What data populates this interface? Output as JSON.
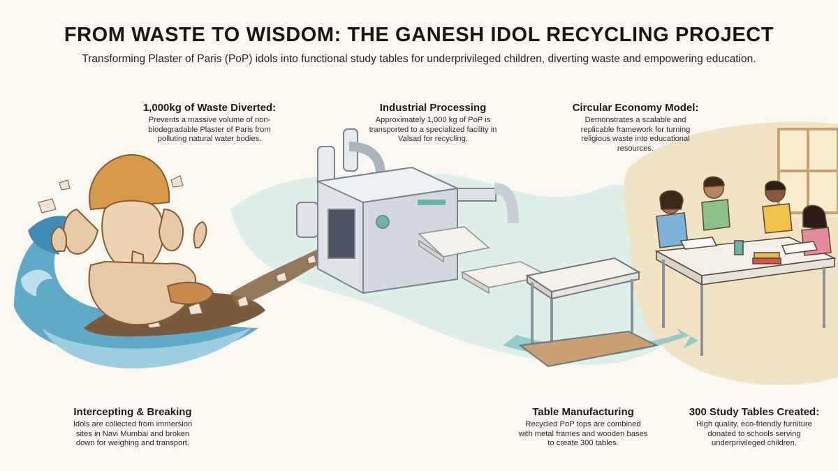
{
  "header": {
    "title": "FROM WASTE TO WISDOM: THE GANESH IDOL RECYCLING PROJECT",
    "subtitle": "Transforming Plaster of Paris (PoP) idols into functional study tables for underprivileged children, diverting waste and empowering education."
  },
  "top_blocks": [
    {
      "heading": "1,000kg of Waste Diverted:",
      "body": "Prevents a massive volume of non-biodegradable Plaster of Paris from polluting natural water bodies."
    },
    {
      "heading": "Industrial Processing",
      "body": "Approximately 1,000 kg of PoP is transported to a specialized facility in Valsad for recycling."
    },
    {
      "heading": "Circular Economy Model:",
      "body": "Demonstrates a scalable and replicable framework for turning religious waste into educational resources."
    }
  ],
  "bottom_blocks": [
    {
      "heading": "Intercepting & Breaking",
      "body": "Idols are collected from immersion sites in Navi Mumbai and broken down for weighing and transport."
    },
    {
      "heading": "Table Manufacturing",
      "body": "Recycled PoP tops are combined with metal frames and wooden bases to create 300 tables."
    },
    {
      "heading": "300 Study Tables Created:",
      "body": "High quality, eco-friendly furniture donated to schools serving underprivileged children."
    }
  ],
  "illustration": {
    "icons": [
      "ganesh-idol-icon",
      "water-wave-icon",
      "debris-icon",
      "processing-machine-icon",
      "plaster-slab-icon",
      "study-table-icon",
      "children-studying-icon",
      "window-icon"
    ],
    "colors": {
      "water": "#5fa9c9",
      "water_light": "#bfe0ea",
      "idol": "#e6c9a6",
      "idol_outline": "#8a5a2e",
      "mud": "#7a5a3e",
      "machine": "#dfe3e8",
      "machine_accent": "#6cb3a8",
      "wood": "#c9a071",
      "classroom_bg": "#f3e2c0",
      "stream": "#cfe7e6"
    }
  }
}
